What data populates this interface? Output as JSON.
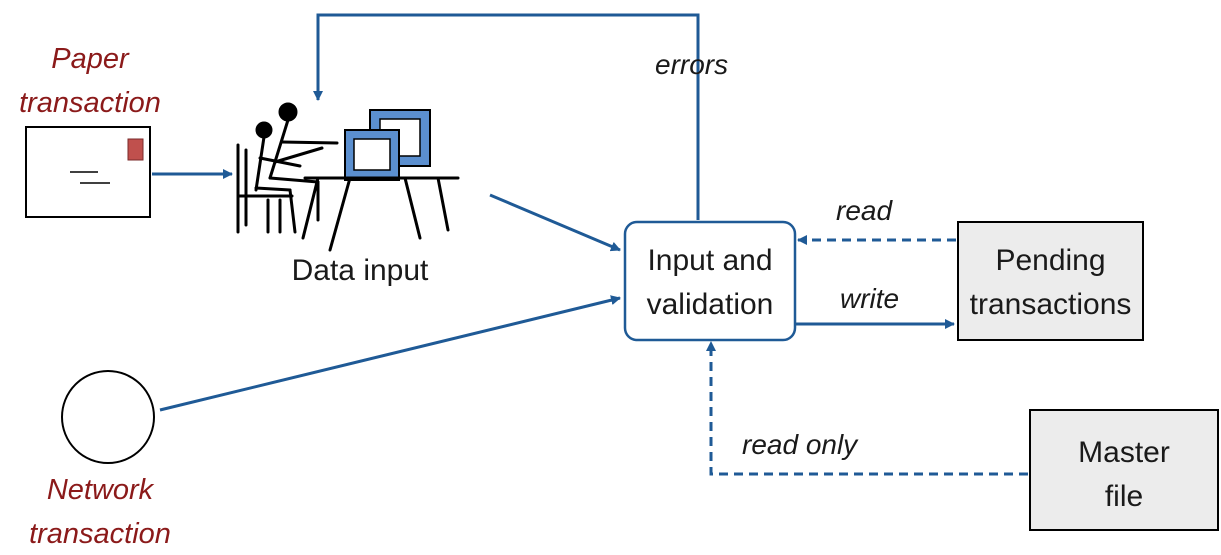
{
  "colors": {
    "arrow": "#1f5a96",
    "source_label": "#8b1a1a",
    "monitor": "#5b8fcf",
    "store_fill": "#ececec",
    "stamp": "#c0504d"
  },
  "sources": {
    "paper_line1": "Paper",
    "paper_line2": "transaction",
    "network_line1": "Network",
    "network_line2": "transaction"
  },
  "nodes": {
    "data_input": "Data input",
    "process_line1": "Input and",
    "process_line2": "validation",
    "pending_line1": "Pending",
    "pending_line2": "transactions",
    "master_line1": "Master",
    "master_line2": "file"
  },
  "flows": {
    "errors": "errors",
    "read": "read",
    "write": "write",
    "read_only": "read only"
  },
  "icons": {
    "envelope": "envelope-icon",
    "operator": "data-entry-operator-icon",
    "network": "network-circle-icon"
  }
}
